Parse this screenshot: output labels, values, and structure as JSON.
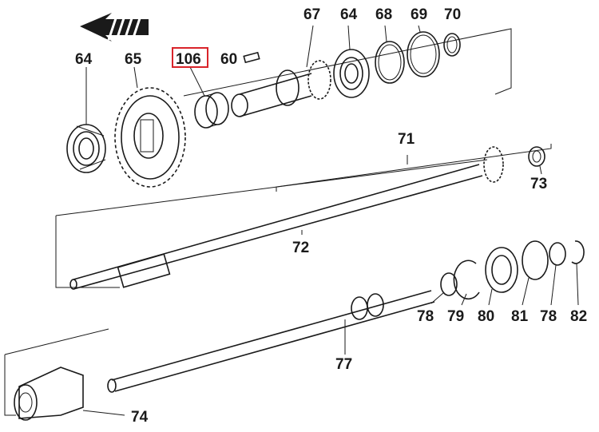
{
  "diagram": {
    "parts": [
      {
        "key": "p64a",
        "label": "64"
      },
      {
        "key": "p65",
        "label": "65"
      },
      {
        "key": "p106",
        "label": "106",
        "highlighted": true
      },
      {
        "key": "p60",
        "label": "60"
      },
      {
        "key": "p67",
        "label": "67"
      },
      {
        "key": "p64b",
        "label": "64"
      },
      {
        "key": "p68",
        "label": "68"
      },
      {
        "key": "p69",
        "label": "69"
      },
      {
        "key": "p70",
        "label": "70"
      },
      {
        "key": "p71",
        "label": "71"
      },
      {
        "key": "p72",
        "label": "72"
      },
      {
        "key": "p73",
        "label": "73"
      },
      {
        "key": "p78a",
        "label": "78"
      },
      {
        "key": "p79",
        "label": "79"
      },
      {
        "key": "p80",
        "label": "80"
      },
      {
        "key": "p81",
        "label": "81"
      },
      {
        "key": "p78b",
        "label": "78"
      },
      {
        "key": "p82",
        "label": "82"
      },
      {
        "key": "p77",
        "label": "77"
      },
      {
        "key": "p74",
        "label": "74"
      }
    ],
    "highlight_color": "#d9242a",
    "ink_color": "#1a1a1a",
    "direction_arrow": "front-direction-arrow"
  }
}
